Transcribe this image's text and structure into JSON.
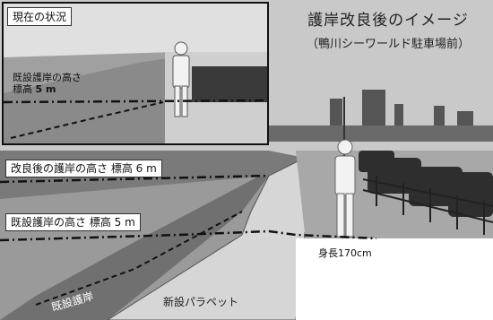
{
  "inset": {
    "title": "現在の状況",
    "label_line1": "既設護岸の高さ",
    "label_line2_prefix": "標高",
    "label_line2_value": "5 m"
  },
  "main_title": {
    "line1": "護岸改良後のイメージ",
    "line2": "（鴨川シーワールド駐車場前）"
  },
  "labels": {
    "improved_height": "改良後の護岸の高さ  標高 6 m",
    "existing_height": "既設護岸の高さ  標高 5 m",
    "person_height": "身長170cm",
    "new_parapet": "新設パラペット",
    "existing_revetment": "既設護岸"
  },
  "colors": {
    "sky": "#c9c9c9",
    "sea": "#7a7a7a",
    "sand": "#9a9a9a",
    "parapet": "#d6d6d6",
    "road": "#8c8c8c",
    "person": "#f2f2f2",
    "line": "#111111"
  }
}
